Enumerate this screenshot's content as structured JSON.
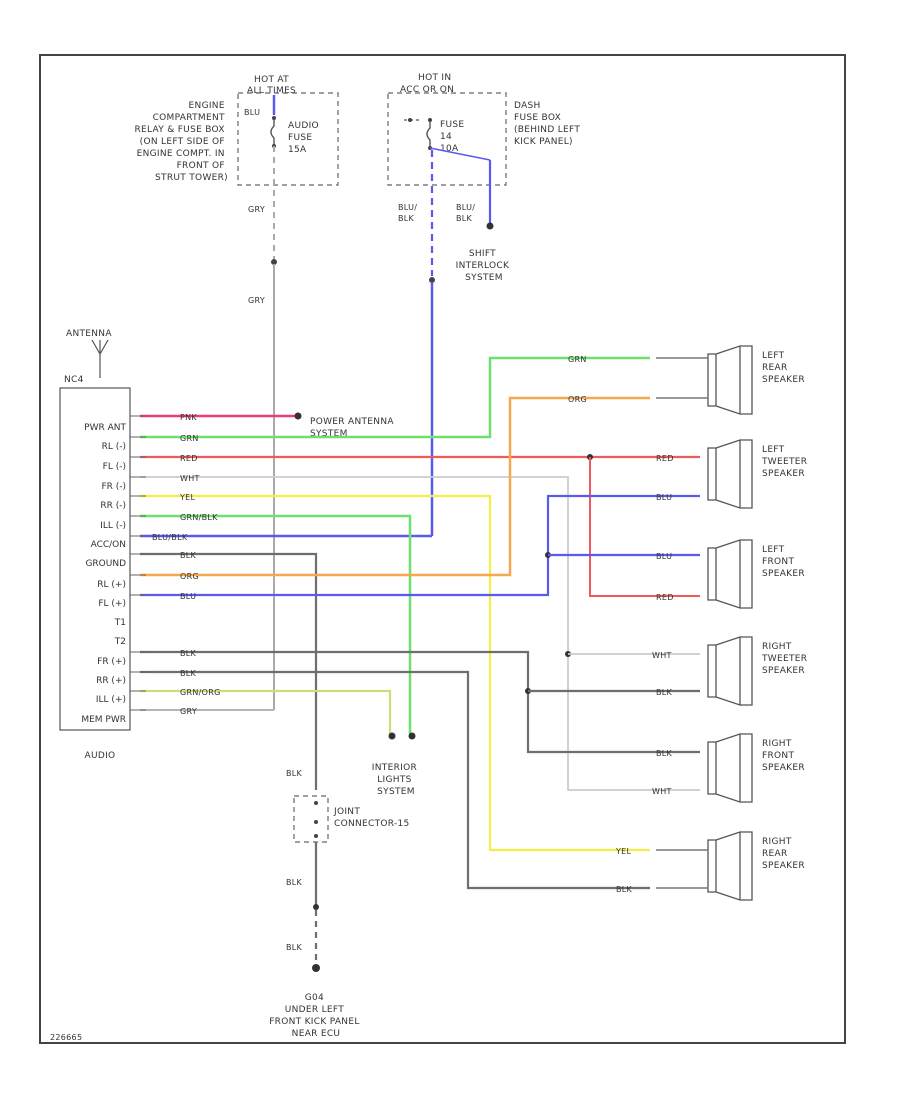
{
  "colors": {
    "grn": "#6ee06e",
    "org": "#f5a850",
    "red": "#f05a5a",
    "pnk": "#f03c6e",
    "blu": "#5a5af0",
    "yel": "#f0f046",
    "gry": "#aaaaaa",
    "wht": "#cccccc",
    "blk": "#6e6e6e",
    "grnorg": "#c8e07c",
    "frame": "#444444"
  },
  "top": {
    "hot_at_all_times": [
      "HOT AT",
      "ALL TIMES"
    ],
    "engine_box_label": [
      "ENGINE",
      "COMPARTMENT",
      "RELAY & FUSE BOX",
      "(ON LEFT SIDE OF",
      "ENGINE COMPT. IN",
      "FRONT OF",
      "STRUT TOWER)"
    ],
    "audio_fuse": [
      "AUDIO",
      "FUSE",
      "15A"
    ],
    "hot_in_acc_on": [
      "HOT IN",
      "ACC OR ON"
    ],
    "fuse_14": [
      "FUSE",
      "14",
      "10A"
    ],
    "dash_box_label": [
      "DASH",
      "FUSE BOX",
      "(BEHIND LEFT",
      "KICK PANEL)"
    ],
    "shift_interlock": [
      "SHIFT",
      "INTERLOCK",
      "SYSTEM"
    ]
  },
  "radio": {
    "antenna": "ANTENNA",
    "connector": "NC4",
    "pins_top": [
      "PWR ANT",
      "RL (-)",
      "FL (-)",
      "FR (-)",
      "RR (-)",
      "ILL (-)",
      "ACC/ON",
      "GROUND",
      "RL (+)",
      "FL (+)",
      "T1",
      "T2",
      "FR (+)",
      "RR (+)",
      "ILL (+)",
      "MEM PWR"
    ],
    "footer": "AUDIO"
  },
  "wires": {
    "pnk": "PNK",
    "grn": "GRN",
    "red": "RED",
    "wht": "WHT",
    "yel": "YEL",
    "grnblk": "GRN/BLK",
    "blublk": "BLU/BLK",
    "blk": "BLK",
    "org": "ORG",
    "blu": "BLU",
    "grnorg": "GRN/ORG",
    "gry": "GRY",
    "blublk_small": [
      "BLU/",
      "BLK"
    ],
    "power_antenna": [
      "POWER ANTENNA",
      "SYSTEM"
    ],
    "interior_lights": [
      "INTERIOR",
      "LIGHTS",
      "SYSTEM"
    ]
  },
  "speakers": {
    "left_rear": [
      "LEFT",
      "REAR",
      "SPEAKER"
    ],
    "left_tweeter": [
      "LEFT",
      "TWEETER",
      "SPEAKER"
    ],
    "left_front": [
      "LEFT",
      "FRONT",
      "SPEAKER"
    ],
    "right_tweeter": [
      "RIGHT",
      "TWEETER",
      "SPEAKER"
    ],
    "right_front": [
      "RIGHT",
      "FRONT",
      "SPEAKER"
    ],
    "right_rear": [
      "RIGHT",
      "REAR",
      "SPEAKER"
    ]
  },
  "ground": {
    "joint_connector": [
      "JOINT",
      "CONNECTOR-15"
    ],
    "g_label": [
      "G04",
      "UNDER LEFT",
      "FRONT KICK PANEL",
      "NEAR ECU"
    ]
  },
  "corner_id": "226665"
}
